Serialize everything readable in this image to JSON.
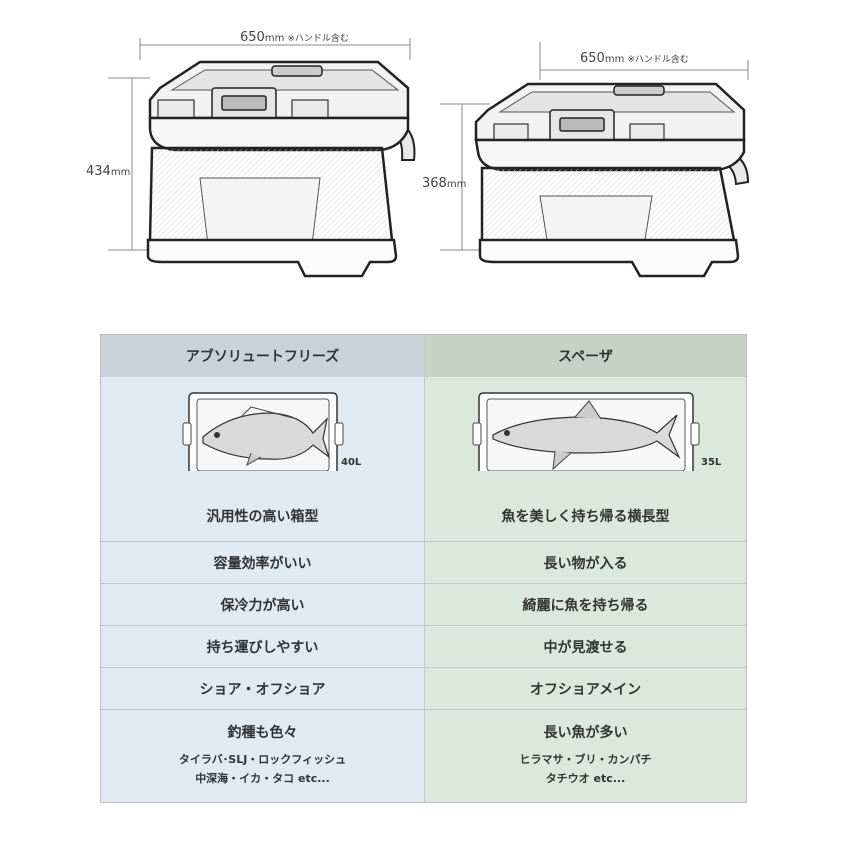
{
  "dimensions": {
    "left": {
      "width_value": "650",
      "width_unit": "mm",
      "width_note": "※ハンドル含む",
      "height_value": "434",
      "height_unit": "mm"
    },
    "right": {
      "width_value": "650",
      "width_unit": "mm",
      "width_note": "※ハンドル含む",
      "height_value": "368",
      "height_unit": "mm"
    }
  },
  "columns": [
    {
      "name": "アブソリュートフリーズ",
      "volume": "40L",
      "features": [
        "汎用性の高い箱型",
        "容量効率がいい",
        "保冷力が高い",
        "持ち運びしやすい",
        "ショア・オフショア",
        "釣種も色々"
      ],
      "targets": [
        "タイラバ･SLJ・ロックフィッシュ",
        "中深海・イカ・タコ etc..."
      ]
    },
    {
      "name": "スペーザ",
      "volume": "35L",
      "features": [
        "魚を美しく持ち帰る横長型",
        "長い物が入る",
        "綺麗に魚を持ち帰る",
        "中が見渡せる",
        "オフショアメイン",
        "長い魚が多い"
      ],
      "targets": [
        "ヒラマサ・ブリ・カンパチ",
        "タチウオ etc..."
      ]
    }
  ],
  "colors": {
    "left_header": "#c8d2d7",
    "left_body": "#dfeaf3",
    "right_header": "#c4d2c8",
    "right_body": "#dbe8de"
  }
}
